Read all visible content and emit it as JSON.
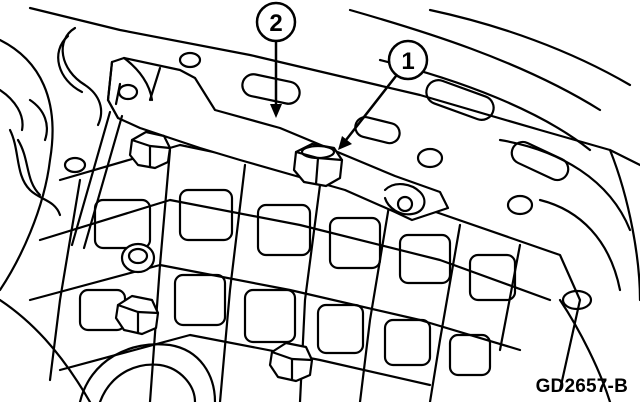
{
  "diagram": {
    "callouts": [
      {
        "id": "1",
        "label": "1"
      },
      {
        "id": "2",
        "label": "2"
      }
    ],
    "figure_code": "GD2657-B"
  },
  "colors": {
    "ink": "#000000",
    "paper": "#ffffff"
  }
}
